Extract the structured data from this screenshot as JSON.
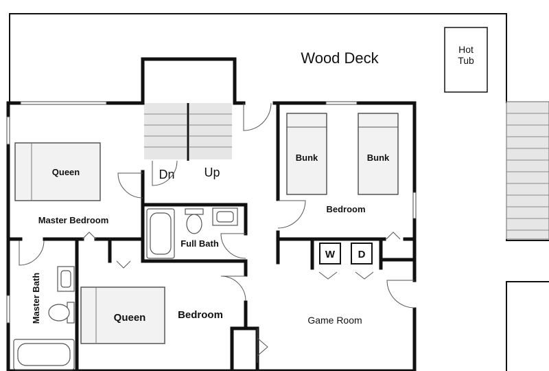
{
  "plan": {
    "deck": "Wood Deck",
    "hot_tub_line1": "Hot",
    "hot_tub_line2": "Tub",
    "stairs_down": "Dn",
    "stairs_up": "Up",
    "queen_master": "Queen",
    "master_bedroom": "Master Bedroom",
    "full_bath": "Full Bath",
    "bunk_left": "Bunk",
    "bunk_right": "Bunk",
    "bunk_bedroom": "Bedroom",
    "washer": "W",
    "dryer": "D",
    "master_bath": "Master Bath",
    "queen_second": "Queen",
    "second_bedroom": "Bedroom",
    "game_room": "Game Room"
  }
}
